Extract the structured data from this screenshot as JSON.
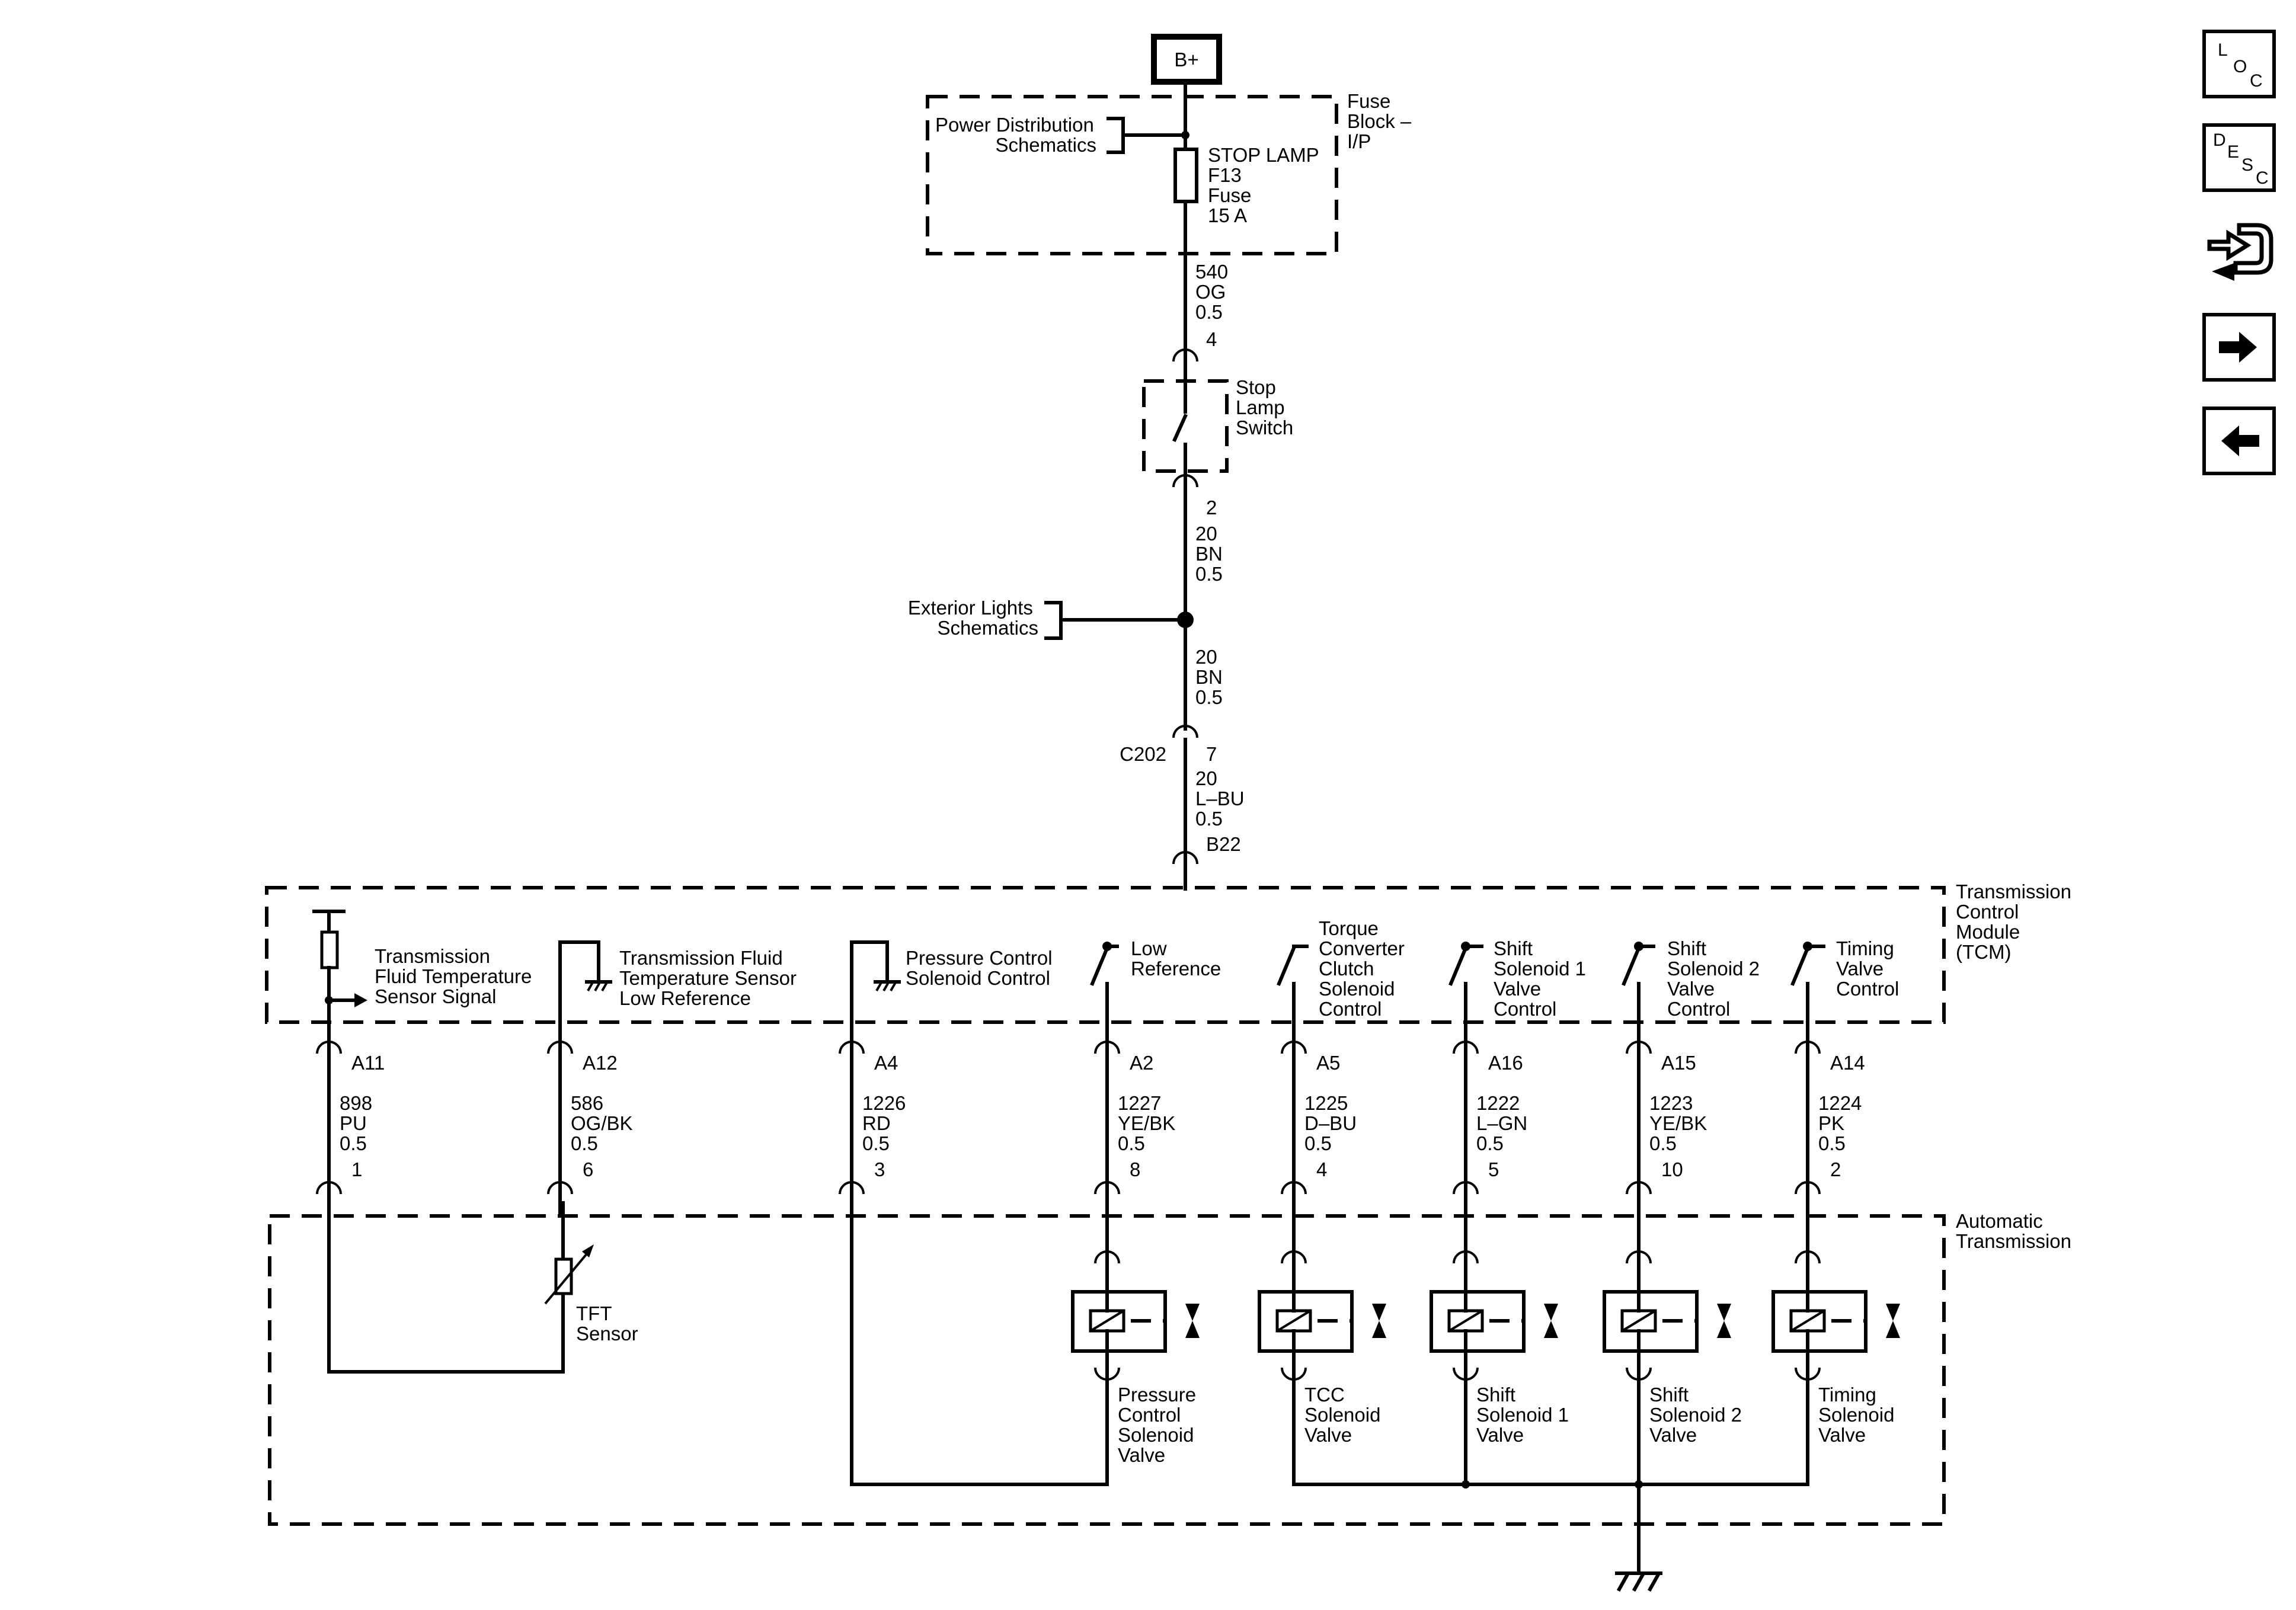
{
  "power": {
    "bplus": "B+"
  },
  "fuse_block": {
    "title": [
      "Fuse",
      "Block –",
      "I/P"
    ],
    "pds": [
      "Power Distribution",
      "Schematics"
    ],
    "fuse": [
      "STOP LAMP",
      "F13",
      "Fuse",
      "15 A"
    ]
  },
  "wires": {
    "w540": [
      "540",
      "OG",
      "0.5"
    ],
    "pin4": "4",
    "pin2": "2",
    "w20a": [
      "20",
      "BN",
      "0.5"
    ],
    "w20b": [
      "20",
      "BN",
      "0.5"
    ],
    "c202": "C202",
    "pin7": "7",
    "w20c": [
      "20",
      "L–BU",
      "0.5"
    ],
    "b22": "B22"
  },
  "stop_lamp_switch": [
    "Stop",
    "Lamp",
    "Switch"
  ],
  "exterior": [
    "Exterior Lights",
    "Schematics"
  ],
  "tcm": {
    "title": [
      "Transmission",
      "Control",
      "Module",
      "(TCM)"
    ],
    "signals": [
      {
        "label": [
          "Transmission",
          "Fluid Temperature",
          "Sensor Signal"
        ],
        "pin": "A11",
        "wire": [
          "898",
          "PU",
          "0.5"
        ],
        "trans_pin": "1"
      },
      {
        "label": [
          "Transmission Fluid",
          "Temperature Sensor",
          "Low Reference"
        ],
        "pin": "A12",
        "wire": [
          "586",
          "OG/BK",
          "0.5"
        ],
        "trans_pin": "6"
      },
      {
        "label": [
          "Pressure Control",
          "Solenoid Control"
        ],
        "pin": "A4",
        "wire": [
          "1226",
          "RD",
          "0.5"
        ],
        "trans_pin": "3"
      },
      {
        "label": [
          "Low",
          "Reference"
        ],
        "pin": "A2",
        "wire": [
          "1227",
          "YE/BK",
          "0.5"
        ],
        "trans_pin": "8"
      },
      {
        "label": [
          "Torque",
          "Converter",
          "Clutch",
          "Solenoid",
          "Control"
        ],
        "pin": "A5",
        "wire": [
          "1225",
          "D–BU",
          "0.5"
        ],
        "trans_pin": "4"
      },
      {
        "label": [
          "Shift",
          "Solenoid 1",
          "Valve",
          "Control"
        ],
        "pin": "A16",
        "wire": [
          "1222",
          "L–GN",
          "0.5"
        ],
        "trans_pin": "5"
      },
      {
        "label": [
          "Shift",
          "Solenoid 2",
          "Valve",
          "Control"
        ],
        "pin": "A15",
        "wire": [
          "1223",
          "YE/BK",
          "0.5"
        ],
        "trans_pin": "10"
      },
      {
        "label": [
          "Timing",
          "Valve",
          "Control"
        ],
        "pin": "A14",
        "wire": [
          "1224",
          "PK",
          "0.5"
        ],
        "trans_pin": "2"
      }
    ]
  },
  "auto_trans": {
    "title": [
      "Automatic",
      "Transmission"
    ],
    "tft": [
      "TFT",
      "Sensor"
    ],
    "valves": [
      [
        "Pressure",
        "Control",
        "Solenoid",
        "Valve"
      ],
      [
        "TCC",
        "Solenoid",
        "Valve"
      ],
      [
        "Shift",
        "Solenoid 1",
        "Valve"
      ],
      [
        "Shift",
        "Solenoid 2",
        "Valve"
      ],
      [
        "Timing",
        "Solenoid",
        "Valve"
      ]
    ]
  },
  "nav": {
    "loc": [
      "L",
      "O",
      "C"
    ],
    "desc": [
      "D",
      "E",
      "S",
      "C"
    ],
    "icons": [
      "connector-end-view-icon",
      "next-arrow-icon",
      "previous-arrow-icon"
    ]
  }
}
